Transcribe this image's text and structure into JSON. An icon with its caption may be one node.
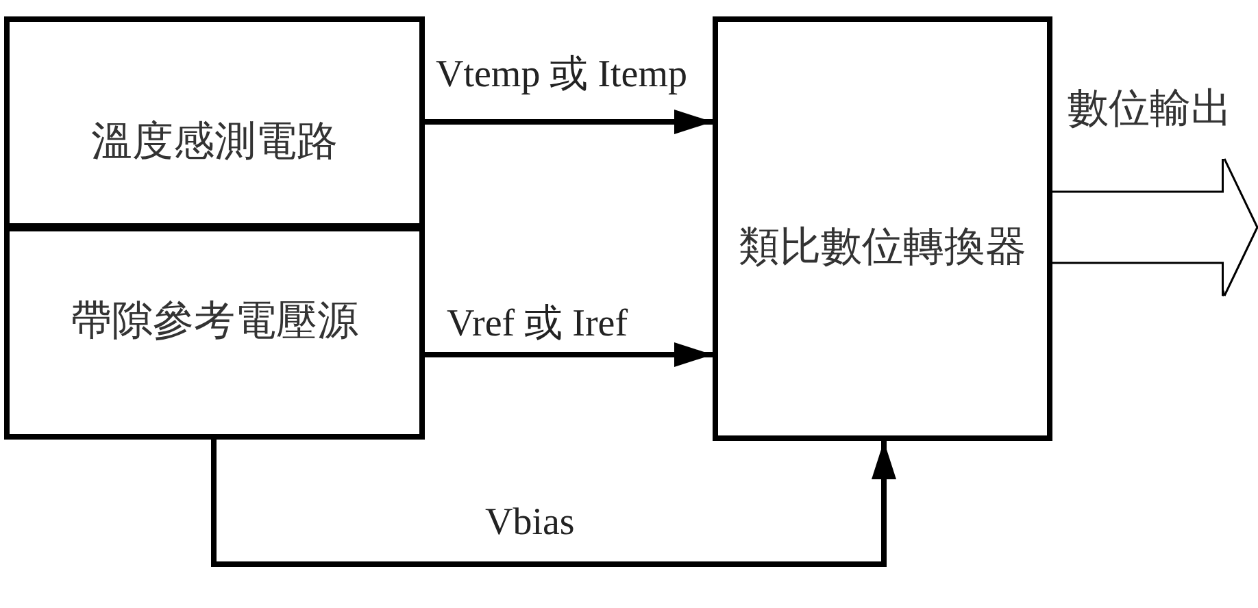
{
  "diagram": {
    "nodes": [
      {
        "text": [
          "溫度感測電路"
        ]
      },
      {
        "text": [
          "帶隙參考電壓源"
        ]
      },
      {
        "text": [
          "類比數位轉換器"
        ]
      }
    ],
    "edges": [
      {
        "from": 0,
        "to": 2,
        "arrow": "to",
        "label": "Vtemp 或 Itemp"
      },
      {
        "from": 1,
        "to": 2,
        "arrow": "to",
        "label": "Vref 或 Iref"
      },
      {
        "from": 1,
        "to": 2,
        "arrow": "to",
        "label": "Vbias"
      },
      {
        "from": 2,
        "to": null,
        "arrow": "to",
        "label": "數位輸出"
      }
    ]
  }
}
